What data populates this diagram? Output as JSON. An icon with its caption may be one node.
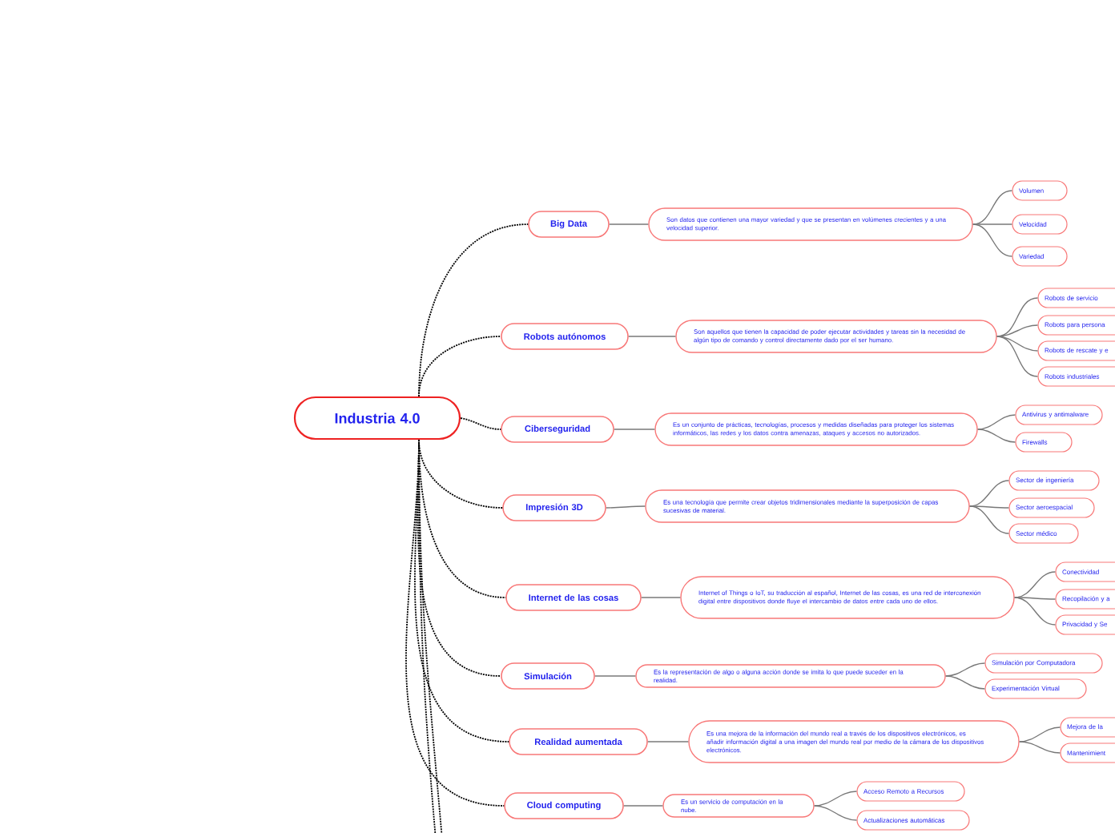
{
  "diagram": {
    "nodes": [
      {
        "text": [
          "Industria 4.0"
        ]
      },
      {
        "text": [
          "Big Data"
        ]
      },
      {
        "text": [
          "Son datos que contienen una mayor variedad y que se presentan en volúmenes crecientes y a una velocidad superior."
        ]
      },
      {
        "text": [
          "Volumen"
        ]
      },
      {
        "text": [
          "Velocidad"
        ]
      },
      {
        "text": [
          "Variedad"
        ]
      },
      {
        "text": [
          "Robots autónomos"
        ]
      },
      {
        "text": [
          "Son aquellos que tienen la capacidad de poder ejecutar actividades y tareas sin la necesidad de algún tipo de comando y control directamente dado por el ser humano."
        ]
      },
      {
        "text": [
          "Robots de servicio"
        ]
      },
      {
        "text": [
          "Robots para persona"
        ]
      },
      {
        "text": [
          "Robots de rescate y e"
        ]
      },
      {
        "text": [
          "Robots industriales"
        ]
      },
      {
        "text": [
          "Ciberseguridad"
        ]
      },
      {
        "text": [
          "Es un conjunto de prácticas, tecnologías, procesos y medidas diseñadas para proteger los sistemas informáticos, las redes y los datos contra amenazas, ataques y accesos no autorizados."
        ]
      },
      {
        "text": [
          "Antivirus y antimalware"
        ]
      },
      {
        "text": [
          "Firewalls"
        ]
      },
      {
        "text": [
          "Impresión 3D"
        ]
      },
      {
        "text": [
          "Es una tecnología que permite crear objetos tridimensionales mediante la superposición de capas sucesivas de material."
        ]
      },
      {
        "text": [
          "Sector de ingeniería"
        ]
      },
      {
        "text": [
          "Sector aeroespacial"
        ]
      },
      {
        "text": [
          "Sector médico"
        ]
      },
      {
        "text": [
          "Internet de las cosas"
        ]
      },
      {
        "text": [
          "Internet of Things o IoT, su traducción al español, Internet de las cosas, es una red de interconexión digital entre dispositivos donde fluye el intercambio de datos entre cada uno de ellos."
        ]
      },
      {
        "text": [
          "Conectividad"
        ]
      },
      {
        "text": [
          "Recopilación y a"
        ]
      },
      {
        "text": [
          "Privacidad y Se"
        ]
      },
      {
        "text": [
          "Simulación"
        ]
      },
      {
        "text": [
          "Es la representación de algo o alguna acción donde se imita lo que puede suceder en la realidad."
        ]
      },
      {
        "text": [
          "Simulación por Computadora"
        ]
      },
      {
        "text": [
          "Experimentación Virtual"
        ]
      },
      {
        "text": [
          "Realidad aumentada"
        ]
      },
      {
        "text": [
          "Es una mejora de la información del mundo real a través de los dispositivos electrónicos, es añadir información digital a una imagen del mundo real por medio de la cámara de los dispositivos electrónicos."
        ]
      },
      {
        "text": [
          "Mejora de la"
        ]
      },
      {
        "text": [
          "Mantenimient"
        ]
      },
      {
        "text": [
          "Cloud computing"
        ]
      },
      {
        "text": [
          "Es un servicio de computación en la nube."
        ]
      },
      {
        "text": [
          "Acceso Remoto a Recursos"
        ]
      },
      {
        "text": [
          "Actualizaciones automáticas"
        ]
      }
    ],
    "edges": [
      {
        "from": 0,
        "to": 1,
        "arrow": "none",
        "style": "dashed",
        "color": "#000000"
      },
      {
        "from": 1,
        "to": 2,
        "arrow": "none"
      },
      {
        "from": 2,
        "to": 3,
        "arrow": "none"
      },
      {
        "from": 2,
        "to": 4,
        "arrow": "none"
      },
      {
        "from": 2,
        "to": 5,
        "arrow": "none"
      },
      {
        "from": 0,
        "to": 6,
        "arrow": "none",
        "style": "dashed",
        "color": "#000000"
      },
      {
        "from": 6,
        "to": 7,
        "arrow": "none"
      },
      {
        "from": 7,
        "to": 8,
        "arrow": "none"
      },
      {
        "from": 7,
        "to": 9,
        "arrow": "none"
      },
      {
        "from": 7,
        "to": 10,
        "arrow": "none"
      },
      {
        "from": 7,
        "to": 11,
        "arrow": "none"
      },
      {
        "from": 0,
        "to": 12,
        "arrow": "none",
        "style": "dashed",
        "color": "#000000"
      },
      {
        "from": 12,
        "to": 13,
        "arrow": "none"
      },
      {
        "from": 13,
        "to": 14,
        "arrow": "none"
      },
      {
        "from": 13,
        "to": 15,
        "arrow": "none"
      },
      {
        "from": 0,
        "to": 16,
        "arrow": "none",
        "style": "dashed",
        "color": "#000000"
      },
      {
        "from": 16,
        "to": 17,
        "arrow": "none"
      },
      {
        "from": 17,
        "to": 18,
        "arrow": "none"
      },
      {
        "from": 17,
        "to": 19,
        "arrow": "none"
      },
      {
        "from": 17,
        "to": 20,
        "arrow": "none"
      },
      {
        "from": 0,
        "to": 21,
        "arrow": "none",
        "style": "dashed",
        "color": "#000000"
      },
      {
        "from": 21,
        "to": 22,
        "arrow": "none"
      },
      {
        "from": 22,
        "to": 23,
        "arrow": "none"
      },
      {
        "from": 22,
        "to": 24,
        "arrow": "none"
      },
      {
        "from": 22,
        "to": 25,
        "arrow": "none"
      },
      {
        "from": 0,
        "to": 26,
        "arrow": "none",
        "style": "dashed",
        "color": "#000000"
      },
      {
        "from": 26,
        "to": 27,
        "arrow": "none"
      },
      {
        "from": 27,
        "to": 28,
        "arrow": "none"
      },
      {
        "from": 27,
        "to": 29,
        "arrow": "none"
      },
      {
        "from": 0,
        "to": 30,
        "arrow": "none",
        "style": "dashed",
        "color": "#000000"
      },
      {
        "from": 30,
        "to": 31,
        "arrow": "none"
      },
      {
        "from": 31,
        "to": 32,
        "arrow": "none"
      },
      {
        "from": 31,
        "to": 33,
        "arrow": "none"
      },
      {
        "from": 0,
        "to": 34,
        "arrow": "none",
        "style": "dashed",
        "color": "#000000"
      },
      {
        "from": 34,
        "to": 35,
        "arrow": "none"
      },
      {
        "from": 35,
        "to": 36,
        "arrow": "none"
      },
      {
        "from": 35,
        "to": 37,
        "arrow": "none"
      },
      {
        "from": 0,
        "to": null,
        "arrow": "none",
        "style": "dashed",
        "color": "#000000"
      },
      {
        "from": 0,
        "to": null,
        "arrow": "none",
        "style": "dashed",
        "color": "#000000"
      }
    ]
  }
}
